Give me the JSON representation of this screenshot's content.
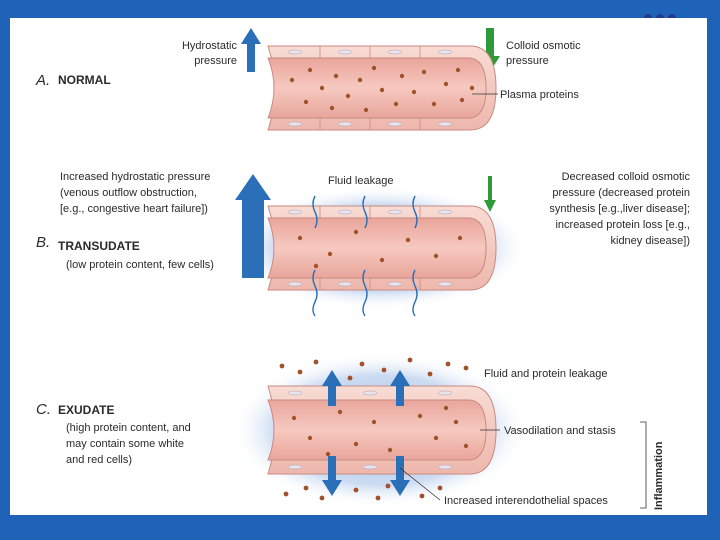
{
  "panels": {
    "normal": {
      "letter": "A.",
      "title": "NORMAL",
      "hydrostatic_label": [
        "Hydrostatic",
        "pressure"
      ],
      "colloid_label": [
        "Colloid osmotic",
        "pressure"
      ],
      "plasma_label": "Plasma proteins"
    },
    "transudate": {
      "letter": "B.",
      "title": "TRANSUDATE",
      "subtitle": "(low protein content, few cells)",
      "left_label": [
        "Increased hydrostatic pressure",
        "(venous outflow obstruction,",
        "[e.g., congestive heart failure])"
      ],
      "fluid_label": "Fluid leakage",
      "right_label": [
        "Decreased colloid osmotic",
        "pressure (decreased protein",
        "synthesis [e.g.,liver disease];",
        "increased protein loss [e.g.,",
        "kidney disease])"
      ]
    },
    "exudate": {
      "letter": "C.",
      "title": "EXUDATE",
      "subtitle": [
        "(high protein content, and",
        "may contain some white",
        "and red cells)"
      ],
      "leak_label": "Fluid and protein leakage",
      "vaso_label": "Vasodilation and stasis",
      "spaces_label": "Increased interendothelial spaces",
      "side_label": "Inflammation"
    }
  },
  "colors": {
    "background": "#1f63b8",
    "vessel_lumen": "#f0b8b0",
    "vessel_wall": "#f7d9d2",
    "leak_glow": "#8fb0e0",
    "up_arrow": "#2b6fb8",
    "down_arrow": "#2e9a3a",
    "protein": "#a0522d"
  }
}
